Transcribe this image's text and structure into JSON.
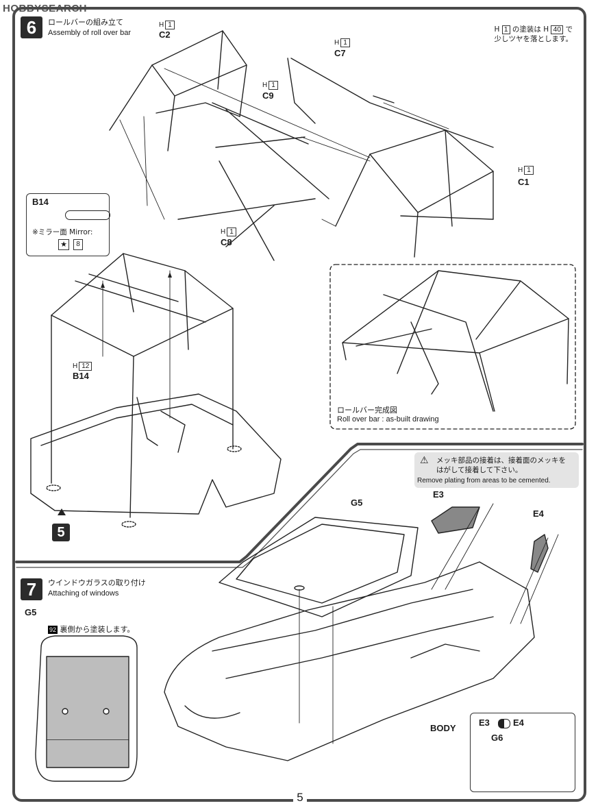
{
  "watermark": "HOBBYSEARCH",
  "page_number": "5",
  "step6": {
    "number": "6",
    "title_jp": "ロールバーの組み立て",
    "title_en": "Assembly of roll over bar",
    "paint_note_line1_pre": "H",
    "paint_note_code1": "1",
    "paint_note_mid": "の塗装は H",
    "paint_note_code2": "40",
    "paint_note_line1_post": "で",
    "paint_note_line2": "少しツヤを落とします。",
    "parts": {
      "c2": {
        "h": "H",
        "code": "1",
        "label": "C2"
      },
      "c7": {
        "h": "H",
        "code": "1",
        "label": "C7"
      },
      "c9": {
        "h": "H",
        "code": "1",
        "label": "C9"
      },
      "c1": {
        "h": "H",
        "code": "1",
        "label": "C1"
      },
      "c8": {
        "h": "H",
        "code": "1",
        "label": "C8"
      },
      "b14": {
        "h": "H",
        "code": "12",
        "label": "B14"
      }
    },
    "b14_card": {
      "label": "B14",
      "mirror_text": "※ミラー面 Mirror:",
      "mirror_code": "8"
    },
    "asbuilt_jp": "ロールバー完成図",
    "asbuilt_en": "Roll over bar : as-built drawing",
    "from_step": "5"
  },
  "step7": {
    "number": "7",
    "title_jp": "ウインドウガラスの取り付け",
    "title_en": "Attaching of windows",
    "g5_label": "G5",
    "g5_note_code": "92",
    "g5_note": "裏側から塗装します。",
    "caution_jp1": "メッキ部品の接着は、接着面のメッキを",
    "caution_jp2": "はがして接着して下さい。",
    "caution_en": "Remove plating from areas to be cemented.",
    "e3": "E3",
    "e4": "E4",
    "g5_main": "G5",
    "body": "BODY",
    "inset_e3": "E3",
    "inset_e4": "E4",
    "inset_g6": "G6"
  }
}
